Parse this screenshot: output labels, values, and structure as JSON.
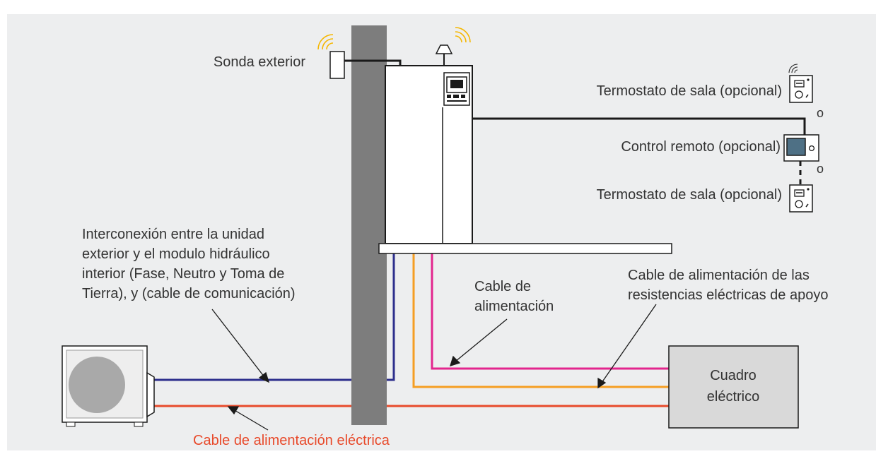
{
  "colors": {
    "background": "#edeeef",
    "wall": "#7d7d7d",
    "blue_cable": "#2d2f8c",
    "orange_cable": "#f59e23",
    "magenta_cable": "#e3258e",
    "red_cable": "#e84a2b",
    "black_cable": "#1a1a1a",
    "red_label": "#e84a2b",
    "panel_fill": "#d9d9d9"
  },
  "labels": {
    "outdoor_sensor": "Sonda exterior",
    "room_thermostat_top": "Termostato de sala (opcional)",
    "or_1": "o",
    "remote_control": "Control remoto (opcional)",
    "or_2": "o",
    "room_thermostat_bottom": "Termostato de sala (opcional)",
    "interconnection": [
      "Interconexión entre la unidad",
      "exterior y el modulo hidráulico",
      "interior (Fase, Neutro y Toma de",
      "Tierra), y (cable de comunicación)"
    ],
    "supply_cable": [
      "Cable de",
      "alimentación"
    ],
    "heater_cable": [
      "Cable de alimentación de las",
      "resistencias eléctricas de apoyo"
    ],
    "panel": [
      "Cuadro",
      "eléctrico"
    ],
    "power_cable": "Cable de alimentación eléctrica"
  },
  "icons": [
    "outdoor-unit-icon",
    "outdoor-sensor-icon",
    "wifi-antenna-icon",
    "indoor-hydraulic-module-icon",
    "wireless-thermostat-icon",
    "remote-control-icon",
    "wired-thermostat-icon"
  ]
}
